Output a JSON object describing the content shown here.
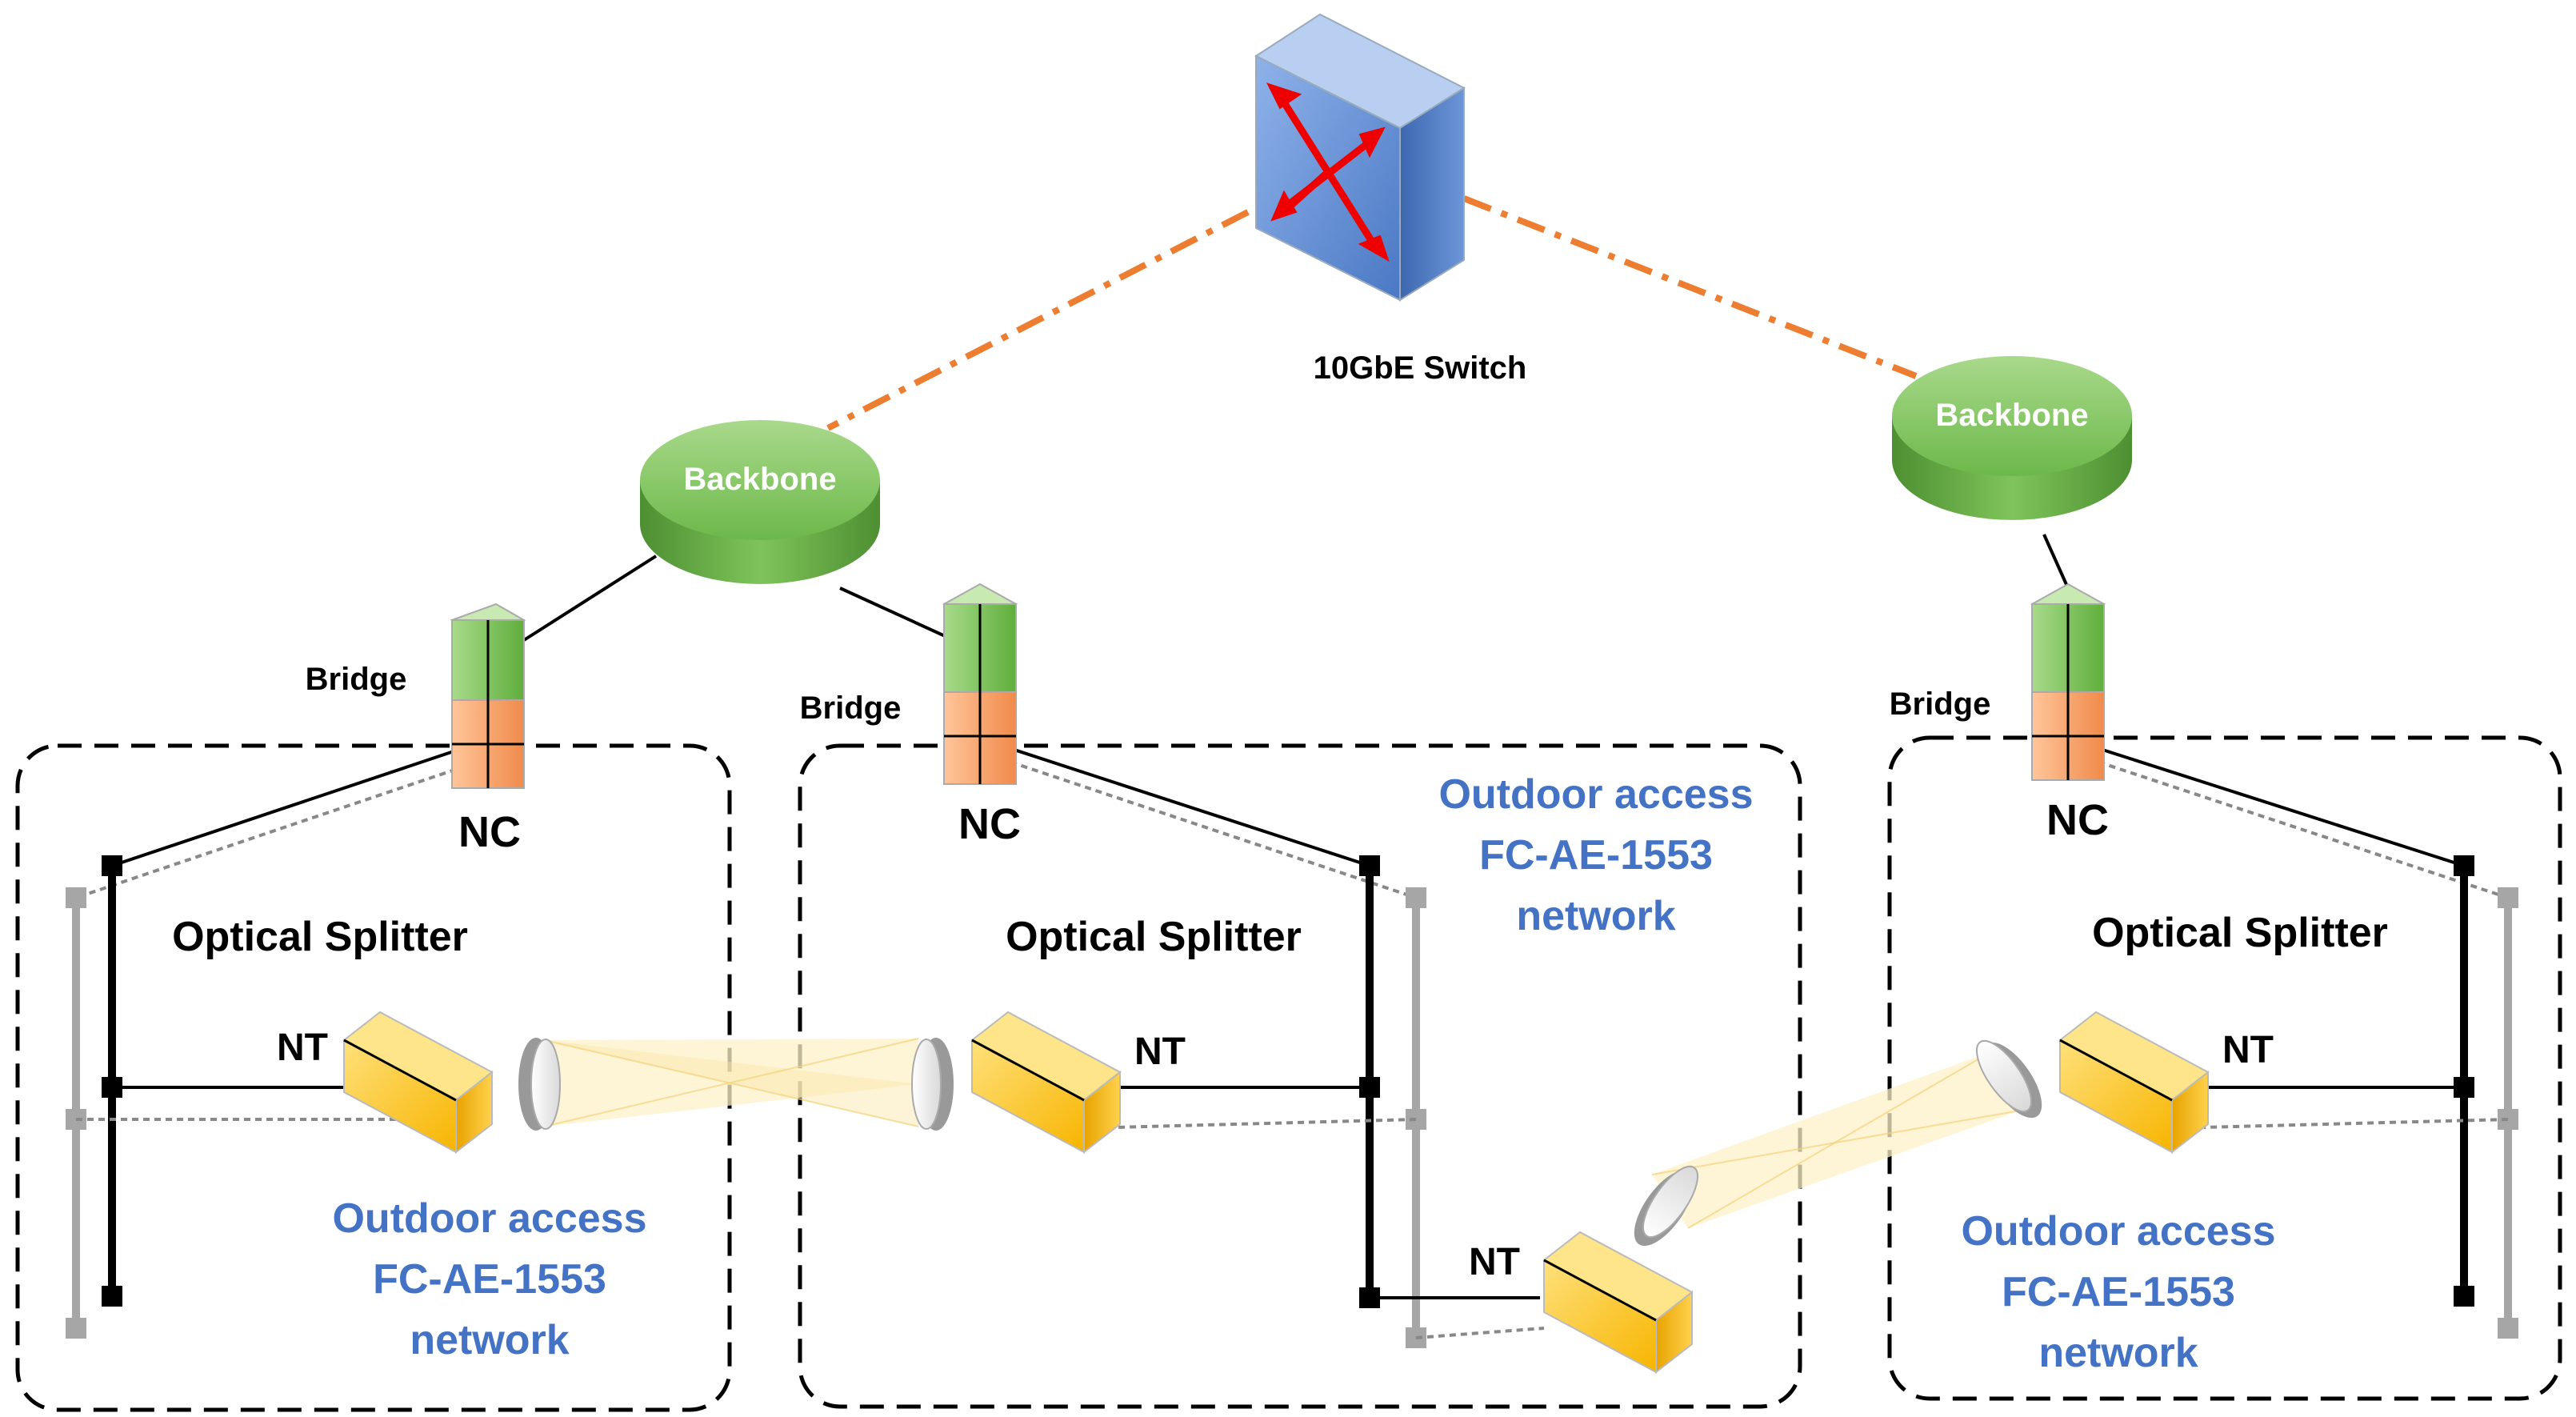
{
  "switch": {
    "label": "10GbE Switch"
  },
  "backbones": [
    {
      "label": "Backbone"
    },
    {
      "label": "Backbone"
    }
  ],
  "networks": [
    {
      "bridge": "Bridge",
      "nc": "NC",
      "splitter": "Optical Splitter",
      "nt": "NT",
      "name_lines": [
        "Outdoor access",
        "FC-AE-1553",
        "network"
      ]
    },
    {
      "bridge": "Bridge",
      "nc": "NC",
      "splitter": "Optical Splitter",
      "nt": "NT",
      "nt2": "NT",
      "name_lines": [
        "Outdoor access",
        "FC-AE-1553",
        "network"
      ]
    },
    {
      "bridge": "Bridge",
      "nc": "NC",
      "splitter": "Optical Splitter",
      "nt": "NT",
      "name_lines": [
        "Outdoor access",
        "FC-AE-1553",
        "network"
      ]
    }
  ],
  "colors": {
    "link_dashdot": "#ed7d31",
    "backbone": "#70ad47",
    "nt_box": "#ffc000",
    "label_blue": "#4472c4",
    "bridge_top": "#70ad47",
    "bridge_bottom": "#f4a460",
    "switch": "#5b8bd6"
  },
  "icons": {
    "switch": "network-switch-icon",
    "backbone": "router-disk-icon",
    "bridge": "bridge-stack-icon",
    "nt": "terminal-box-icon",
    "lens": "optical-lens-icon"
  }
}
